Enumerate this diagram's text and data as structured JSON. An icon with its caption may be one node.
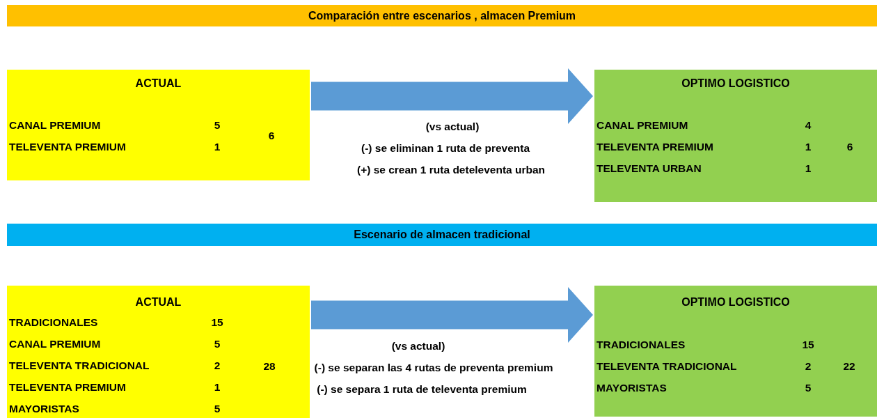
{
  "diagram": {
    "nodes": [
      {
        "text": [
          "Comparación entre escenarios , almacen Premium"
        ]
      },
      {
        "text": [
          "ACTUAL",
          "CANAL PREMIUM",
          "5",
          "TELEVENTA PREMIUM",
          "1",
          "6"
        ]
      },
      {
        "text": [
          "OPTIMO LOGISTICO",
          "CANAL PREMIUM",
          "4",
          "TELEVENTA PREMIUM",
          "1",
          "TELEVENTA URBAN",
          "1",
          "6"
        ]
      },
      {
        "text": [
          "Escenario de almacen tradicional"
        ]
      },
      {
        "text": [
          "ACTUAL",
          "TRADICIONALES",
          "15",
          "CANAL PREMIUM",
          "5",
          "TELEVENTA TRADICIONAL",
          "2",
          "TELEVENTA PREMIUM",
          "1",
          "MAYORISTAS",
          "5",
          "28"
        ]
      },
      {
        "text": [
          "OPTIMO LOGISTICO",
          "TRADICIONALES",
          "15",
          "TELEVENTA TRADICIONAL",
          "2",
          "MAYORISTAS",
          "5",
          "22"
        ]
      }
    ],
    "edges": [
      {
        "from": 1,
        "to": 2,
        "arrow": "to",
        "style": "thick",
        "color": "#5b9bd5"
      },
      {
        "from": 4,
        "to": 5,
        "arrow": "to",
        "style": "thick",
        "color": "#5b9bd5"
      }
    ],
    "labels": [
      "(vs actual)",
      "(-) se eliminan 1 ruta de preventa",
      "(+) se crean 1 ruta deteleventa urban",
      "(vs actual)",
      "(-) se separan las 4 rutas de preventa premium",
      "(-) se separa 1 ruta de televenta premium"
    ]
  }
}
